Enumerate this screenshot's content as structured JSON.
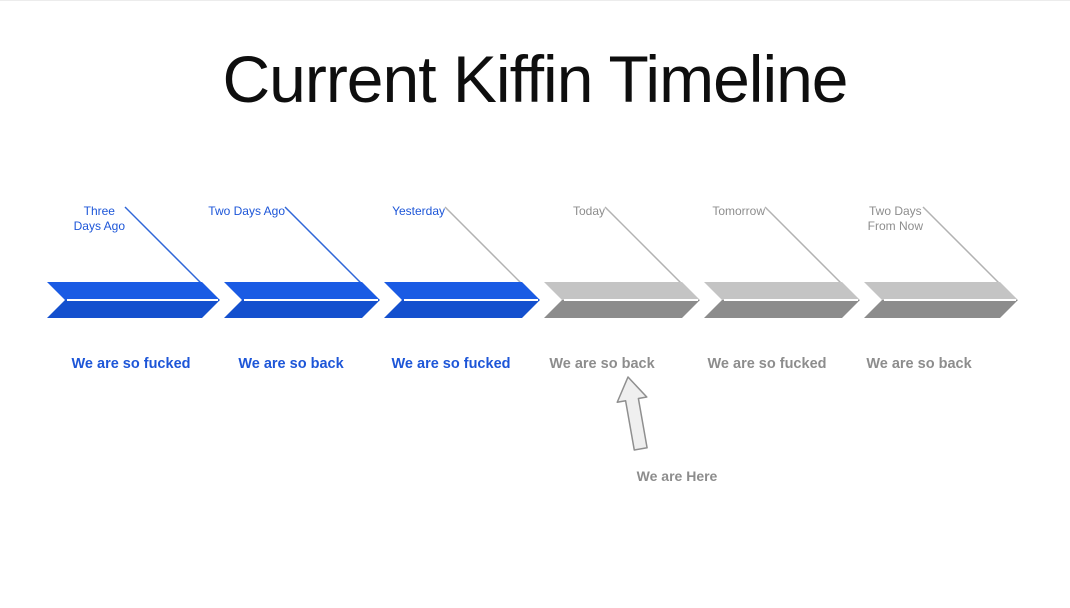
{
  "title": "Current Kiffin Timeline",
  "colors": {
    "title_text": "#0e0e0e",
    "active_chevron_top": "#1a5be4",
    "active_chevron_bottom": "#1450ce",
    "inactive_chevron_top": "#c4c4c4",
    "inactive_chevron_bottom": "#8c8c8c",
    "chevron_separator": "#ffffff",
    "active_text": "#1d56d8",
    "inactive_text": "#8d8d8d",
    "active_line": "#2f66d8",
    "inactive_line": "#b2b2b2",
    "arrow_fill": "#efefef",
    "arrow_stroke": "#8f8f8f"
  },
  "timeline": {
    "segments": [
      {
        "id": "three-days-ago",
        "top_label": "Three\nDays Ago",
        "bottom_label": "We are so fucked",
        "state": "active",
        "line_state": "active"
      },
      {
        "id": "two-days-ago",
        "top_label": "Two Days Ago",
        "bottom_label": "We are so back",
        "state": "active",
        "line_state": "active"
      },
      {
        "id": "yesterday",
        "top_label": "Yesterday",
        "bottom_label": "We are so fucked",
        "state": "active",
        "line_state": "inactive"
      },
      {
        "id": "today",
        "top_label": "Today",
        "bottom_label": "We are so back",
        "state": "inactive",
        "line_state": "inactive"
      },
      {
        "id": "tomorrow",
        "top_label": "Tomorrow",
        "bottom_label": "We are so fucked",
        "state": "inactive",
        "line_state": "inactive"
      },
      {
        "id": "two-days-from-now",
        "top_label": "Two Days\nFrom Now",
        "bottom_label": "We are so back",
        "state": "inactive",
        "line_state": "inactive"
      }
    ]
  },
  "here_marker": {
    "label": "We are Here"
  }
}
